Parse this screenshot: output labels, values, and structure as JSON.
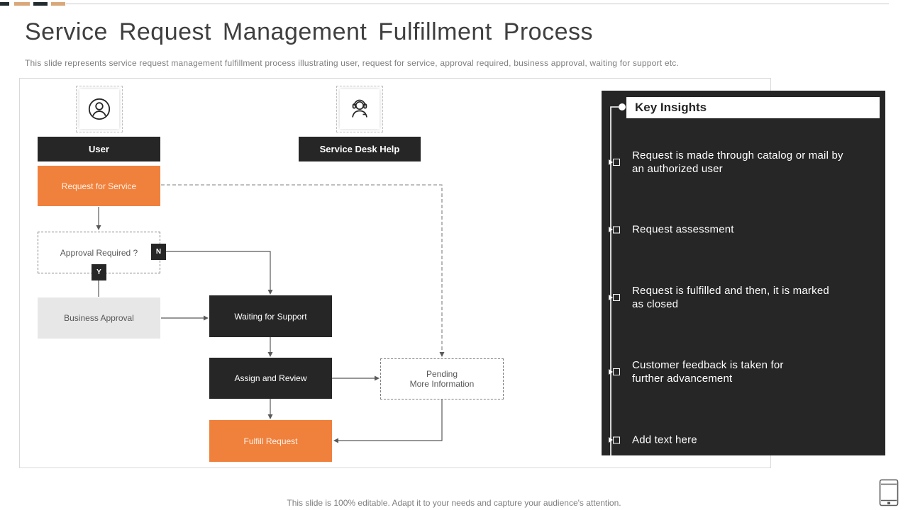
{
  "slide": {
    "title": "Service Request Management Fulfillment Process",
    "subtitle": "This slide represents service request management fulfillment process illustrating user, request for service, approval required, business approval, waiting for support etc.",
    "footer_note": "This slide is 100% editable. Adapt it to your needs and capture your audience's attention."
  },
  "flowchart": {
    "actors": {
      "user": {
        "label": "User",
        "icon": "user-icon"
      },
      "service_desk": {
        "label": "Service Desk Help",
        "icon": "headset-agent-icon"
      }
    },
    "nodes": {
      "request_for_service": {
        "label": "Request for Service"
      },
      "approval_required": {
        "label": "Approval  Required  ?"
      },
      "decision_no": {
        "label": "N"
      },
      "decision_yes": {
        "label": "Y"
      },
      "business_approval": {
        "label": "Business Approval"
      },
      "waiting_for_support": {
        "label": "Waiting for Support"
      },
      "assign_and_review": {
        "label": "Assign and Review"
      },
      "pending_more_information": {
        "line1": "Pending",
        "line2": "More Information"
      },
      "fulfill_request": {
        "label": "Fulfill Request"
      }
    }
  },
  "key_insights": {
    "title": "Key Insights",
    "items": [
      {
        "text": "Request is made through  catalog or mail by\nan authorized  user"
      },
      {
        "text": "Request assessment"
      },
      {
        "text": "Request is fulfilled and then,  it is marked\nas closed"
      },
      {
        "text": "Customer feedback is taken for\nfurther  advancement"
      },
      {
        "text": "Add text here"
      }
    ]
  },
  "colors": {
    "accent_orange": "#f0813c",
    "dark": "#262626",
    "light_gray": "#e7e7e7",
    "tan_dash": "#d9a77a",
    "arrow_gray": "#595959"
  }
}
